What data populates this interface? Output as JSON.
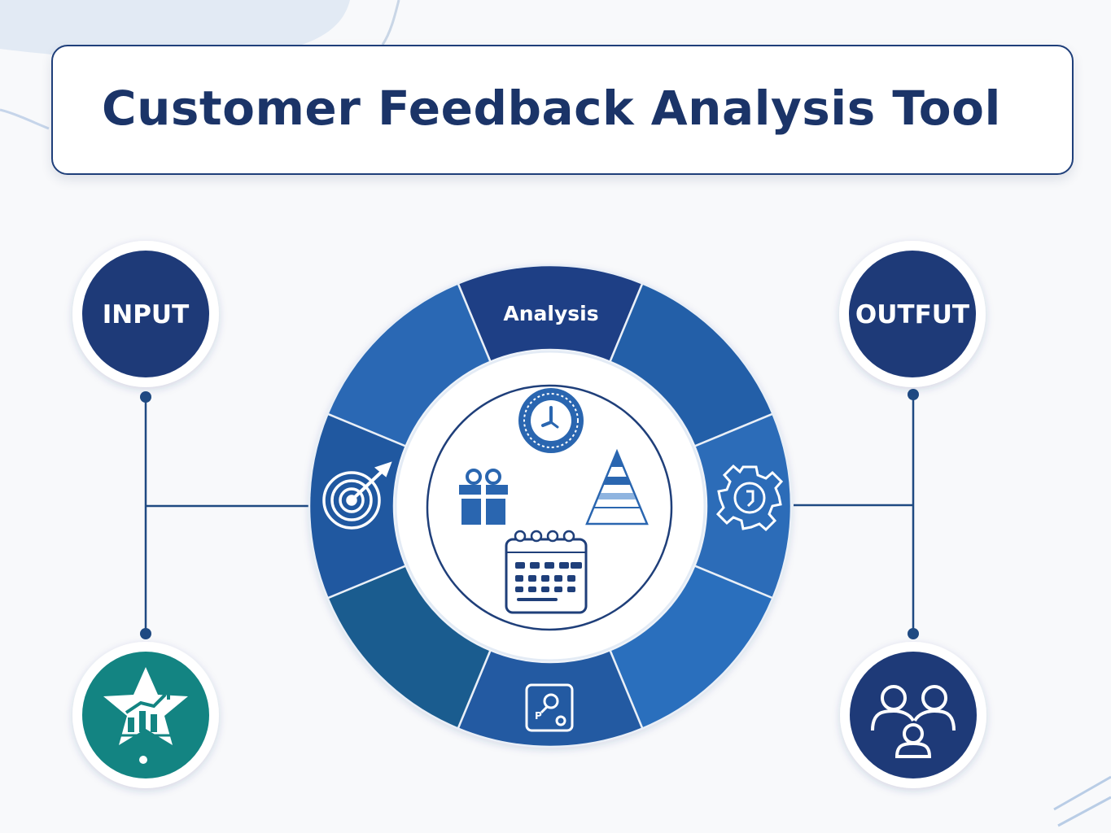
{
  "title": "Customer Feedback Analysis Tool",
  "input_label": "INPUT",
  "output_label": "OUTFUT",
  "analysis_label": "Analysis",
  "icons": {
    "left_bottom": "star-chart-icon",
    "right_bottom": "user-group-icon",
    "segment_left": "target-icon",
    "segment_right": "gear-icon",
    "segment_bottom": "search-doc-icon",
    "center_top": "clock-icon",
    "center_left": "gift-icon",
    "center_right": "pyramid-icon",
    "center_bottom": "calendar-icon"
  },
  "colors": {
    "navy": "#1e3a78",
    "blue": "#2b6cb8",
    "teal": "#138482",
    "line": "#1f4a82"
  }
}
